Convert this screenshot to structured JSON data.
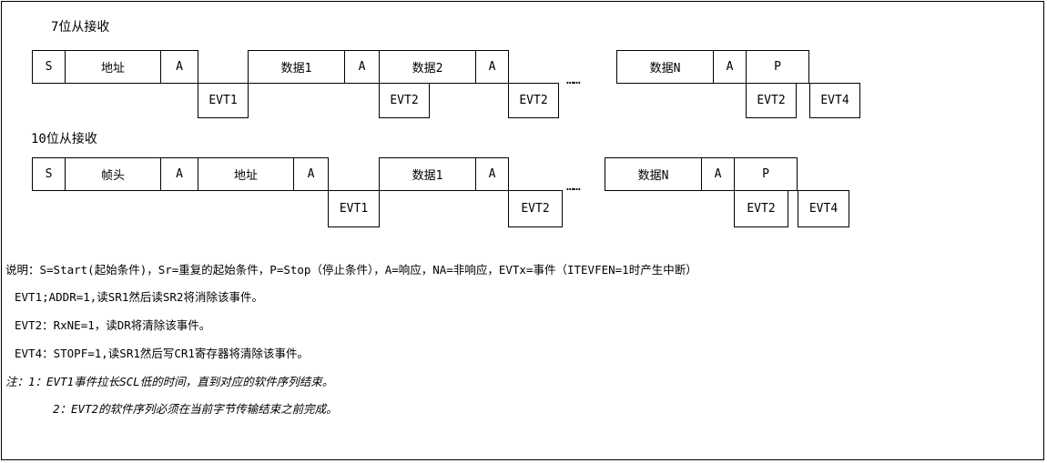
{
  "seq7": {
    "title": "7位从接收",
    "top": [
      {
        "id": "s",
        "label": "S"
      },
      {
        "id": "addr",
        "label": "地址"
      },
      {
        "id": "a1",
        "label": "A"
      },
      {
        "id": "d1",
        "label": "数据1"
      },
      {
        "id": "a2",
        "label": "A"
      },
      {
        "id": "d2",
        "label": "数据2"
      },
      {
        "id": "a3",
        "label": "A"
      },
      {
        "id": "dn",
        "label": "数据N"
      },
      {
        "id": "a4",
        "label": "A"
      },
      {
        "id": "p",
        "label": "P"
      }
    ],
    "bottom": [
      {
        "id": "evt1",
        "label": "EVT1"
      },
      {
        "id": "evt2a",
        "label": "EVT2"
      },
      {
        "id": "evt2b",
        "label": "EVT2"
      },
      {
        "id": "evt2c",
        "label": "EVT2"
      },
      {
        "id": "evt4",
        "label": "EVT4"
      }
    ],
    "ellipsis": "……"
  },
  "seq10": {
    "title": "10位从接收",
    "top": [
      {
        "id": "s",
        "label": "S"
      },
      {
        "id": "hdr",
        "label": "帧头"
      },
      {
        "id": "a1",
        "label": "A"
      },
      {
        "id": "addr",
        "label": "地址"
      },
      {
        "id": "a2",
        "label": "A"
      },
      {
        "id": "d1",
        "label": "数据1"
      },
      {
        "id": "a3",
        "label": "A"
      },
      {
        "id": "dn",
        "label": "数据N"
      },
      {
        "id": "a4",
        "label": "A"
      },
      {
        "id": "p",
        "label": "P"
      }
    ],
    "bottom": [
      {
        "id": "evt1",
        "label": "EVT1"
      },
      {
        "id": "evt2a",
        "label": "EVT2"
      },
      {
        "id": "evt2b",
        "label": "EVT2"
      },
      {
        "id": "evt4",
        "label": "EVT4"
      }
    ],
    "ellipsis": "……"
  },
  "notes": {
    "legend": "说明：S=Start(起始条件)，Sr=重复的起始条件，P=Stop（停止条件），A=响应，NA=非响应，EVTx=事件（ITEVFEN=1时产生中断）",
    "evt1": "EVT1;ADDR=1,读SR1然后读SR2将消除该事件。",
    "evt2": "EVT2：RxNE=1，读DR将清除该事件。",
    "evt4": "EVT4：STOPF=1,读SR1然后写CR1寄存器将清除该事件。",
    "note1": "注：1：EVT1事件拉长SCL低的时间，直到对应的软件序列结束。",
    "note2": "2：EVT2的软件序列必须在当前字节传输结束之前完成。"
  }
}
